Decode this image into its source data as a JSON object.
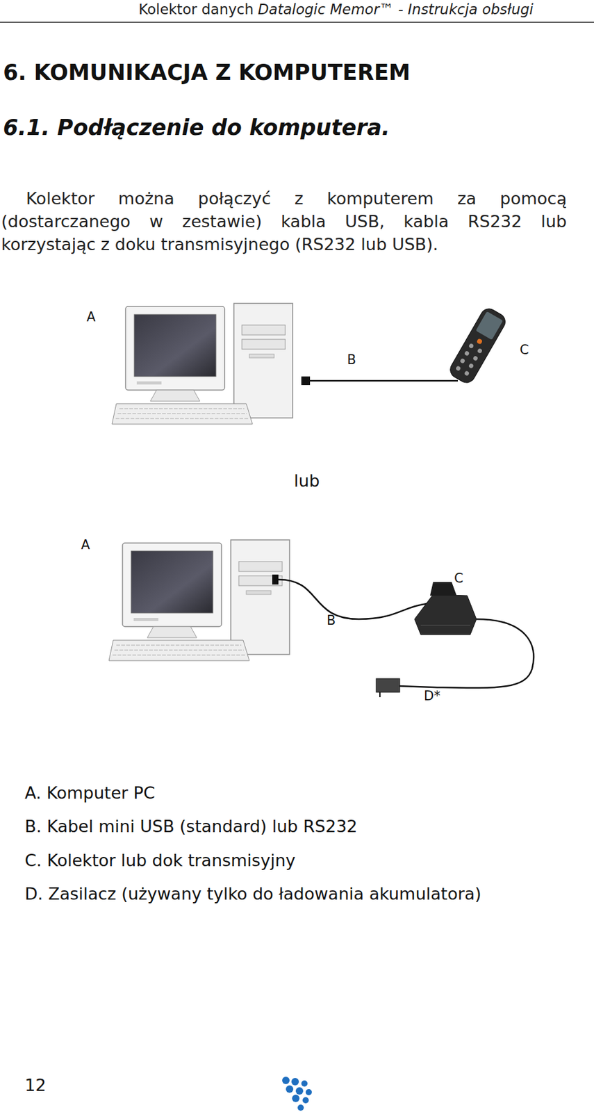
{
  "diagram": {
    "title": "6. KOMUNIKACJA Z KOMPUTEREM",
    "labels": [
      "Kolektor danych",
      "Datalogic Memor™ - Instrukcja obsługi",
      "6.1. Podłączenie do komputera.",
      "Kolektor można połączyć z komputerem za pomocą (dostarczanego w zestawie) kabla USB, kabla RS232 lub korzystając z doku transmisyjnego (RS232 lub USB).",
      "A",
      "B",
      "C",
      "lub",
      "A",
      "B",
      "C",
      "D*",
      "A. Komputer PC",
      "B. Kabel mini USB (standard) lub RS232",
      "C. Kolektor lub dok transmisyjny",
      "D. Zasilacz (używany tylko do ładowania akumulatora)",
      "12"
    ]
  }
}
